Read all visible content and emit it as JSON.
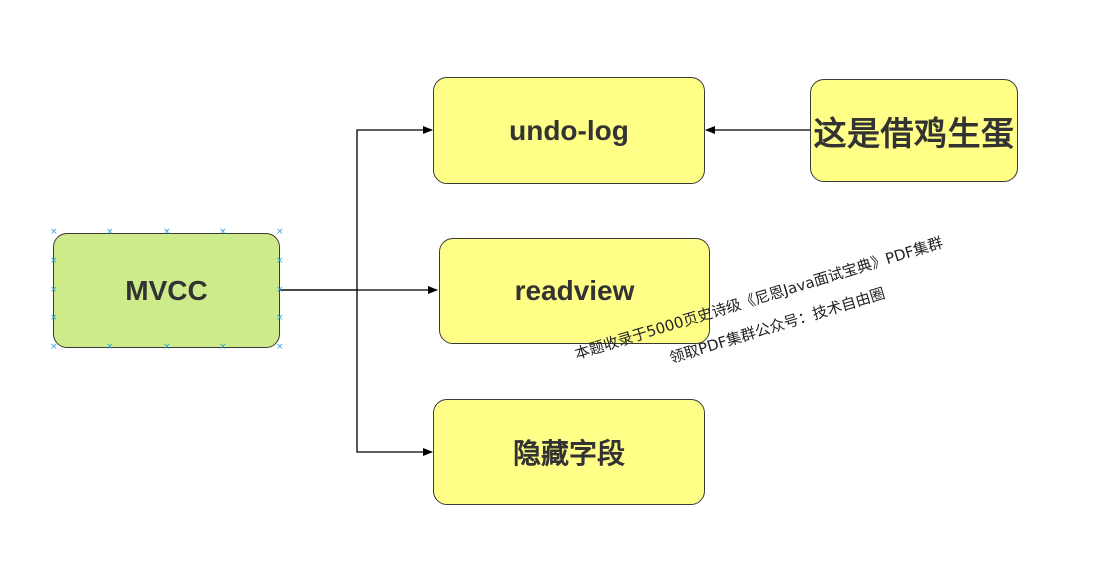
{
  "diagram": {
    "nodes": {
      "mvcc": {
        "label": "MVCC",
        "fill": "#cdeb8b"
      },
      "undo_log": {
        "label": "undo-log",
        "fill": "#ffff88"
      },
      "readview": {
        "label": "readview",
        "fill": "#ffff88"
      },
      "hidden_fields": {
        "label": "隐藏字段",
        "fill": "#ffff88"
      },
      "borrow_egg": {
        "label": "这是借鸡生蛋",
        "fill": "#ffff88"
      }
    },
    "edges": [
      {
        "from": "mvcc",
        "to": "undo_log"
      },
      {
        "from": "mvcc",
        "to": "readview"
      },
      {
        "from": "mvcc",
        "to": "hidden_fields"
      },
      {
        "from": "borrow_egg",
        "to": "undo_log"
      }
    ],
    "selected_node": "mvcc",
    "line_color": "#000000",
    "border_color": "#3a3a3a",
    "selection_handle_color": "#29a0e0"
  },
  "watermark": {
    "line1": "本题收录于5000页史诗级《尼恩Java面试宝典》PDF集群",
    "line2": "领取PDF集群公众号：技术自由圈"
  }
}
